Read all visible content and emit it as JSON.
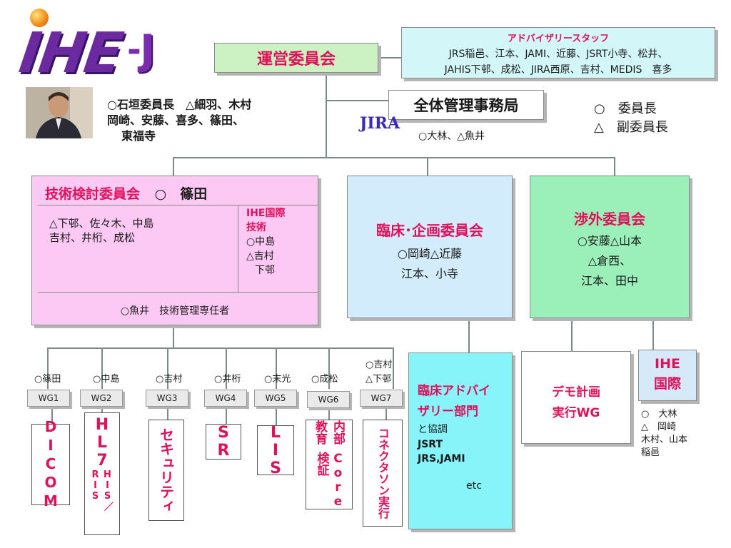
{
  "logo": {
    "main": "IHE",
    "dash": "-",
    "j": "J"
  },
  "steering": {
    "label": "運営委員会"
  },
  "advisory": {
    "title": "アドバイザリースタッフ",
    "line1": "JRS稲邑、江本、JAMI、近藤、JSRT小寺、松井、",
    "line2": "JAHIS下邨、成松、JIRA西原、吉村、MEDIS　喜多"
  },
  "members": {
    "line1": "○石垣委員長　△細羽、木村",
    "line2": "岡崎、安藤、喜多、篠田、",
    "line3": "東福寺"
  },
  "office": {
    "label": "全体管理事務局",
    "jira": "JIRA",
    "staff": "○大林、△魚井"
  },
  "legend": {
    "chair": "○　委員長",
    "vice": "△　副委員長"
  },
  "tech": {
    "title": "技術検討委員会",
    "chair": "○　篠田",
    "members_line1": "△下邨、佐々木、中島",
    "members_line2": "吉村、井桁、成松",
    "intl_title1": "IHE国際",
    "intl_title2": "技術",
    "intl_1": "○中島",
    "intl_2": "△吉村",
    "intl_3": "下邨",
    "footer": "○魚井　技術管理専任者"
  },
  "clinical": {
    "title": "臨床･企画委員会",
    "line1": "○岡崎△近藤",
    "line2": "江本、小寺"
  },
  "external": {
    "title": "渉外委員会",
    "line1": "○安藤△山本",
    "line2": "△倉西、",
    "line3": "江本、田中"
  },
  "wgs": [
    {
      "leader": "○篠田",
      "label": "WG1",
      "topic": "DICOM"
    },
    {
      "leader": "○中島",
      "label": "WG2",
      "topic": "HL7"
    },
    {
      "leader": "○吉村",
      "label": "WG3",
      "topic": "セキュリティ"
    },
    {
      "leader": "○井桁",
      "label": "WG4",
      "topic": "SR"
    },
    {
      "leader": "○末光",
      "label": "WG5",
      "topic": "LIS"
    },
    {
      "leader": "○成松",
      "label": "WG6",
      "topic_a": "内部教育",
      "topic_b": "Core検証"
    },
    {
      "leader": "○吉村",
      "leader2": "△下邨",
      "label": "WG7",
      "topic": "コネクタソン実行"
    }
  ],
  "hl7_sub": "HIS／RIS",
  "clinical_adv": {
    "title1": "臨床アドバイ",
    "title2": "ザリー部門",
    "line1": "と協調",
    "line2": "JSRT",
    "line3": "JRS,JAMI",
    "etc": "etc"
  },
  "demo": {
    "line1": "デモ計画",
    "line2": "実行WG"
  },
  "intl": {
    "title1": "IHE",
    "title2": "国際",
    "line1": "○　大林",
    "line2": "△　岡崎",
    "line3": "木村、山本",
    "line4": "稲邑"
  },
  "colors": {
    "steering_bg": "#ccf2c4",
    "advisory_bg": "#d3f6f8",
    "tech_bg": "#fbc9f4",
    "clinical_bg": "#d2ecfb",
    "external_bg": "#9af0b8",
    "clinical_adv_bg": "#86f4f8",
    "intl_bg": "#d6e9f8",
    "accent": "#e0105a",
    "logo": "#6b2aa0"
  }
}
